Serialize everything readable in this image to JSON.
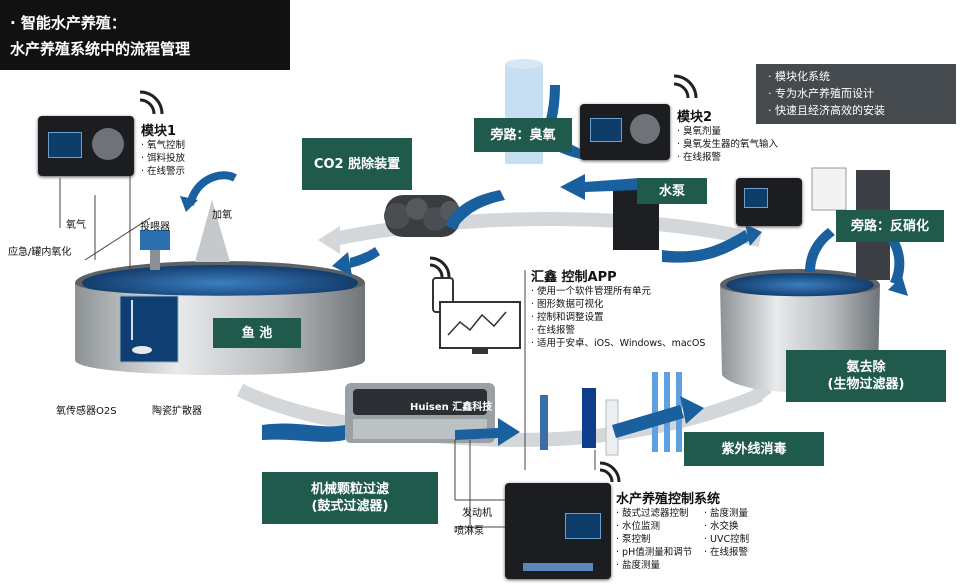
{
  "title": {
    "line1": "· 智能水产养殖：",
    "line2": "水产养殖系统中的流程管理"
  },
  "features": [
    "· 模块化系统",
    "· 专为水产养殖而设计",
    "· 快速且经济高效的安装"
  ],
  "module1": {
    "title": "模块1",
    "items": [
      "· 氧气控制",
      "· 饵料投放",
      "· 在线警示"
    ]
  },
  "module2": {
    "title": "模块2",
    "items": [
      "· 臭氧剂量",
      "· 臭氧发生器的氧气输入",
      "· 在线报警"
    ]
  },
  "labels": {
    "co2": "CO2  脱除装置",
    "ozone": "旁路：臭氧",
    "pump": "水泵",
    "denit": "旁路：反硝化",
    "pond": "鱼 池",
    "ammonia_l1": "氨去除",
    "ammonia_l2": "(生物过滤器)",
    "drum_l1": "机械颗粒过滤",
    "drum_l2": "(鼓式过滤器)",
    "uv": "紫外线消毒"
  },
  "annotations": {
    "oxygen": "氧气",
    "add_oxygen": "加氧",
    "feeder": "投喂器",
    "emergency": "应急/罐内氧化",
    "o2_sensor": "氧传感器O2S",
    "diffuser": "陶瓷扩散器",
    "motor": "发动机",
    "spray_pump": "喷淋泵",
    "brand": "Huisen 汇鑫科技"
  },
  "app": {
    "title": "汇鑫 控制APP",
    "items": [
      "· 使用一个软件管理所有单元",
      "· 图形数据可视化",
      "· 控制和调整设置",
      "· 在线报警",
      "· 适用于安卓、iOS、Windows、macOS"
    ]
  },
  "control": {
    "title": "水产养殖控制系统",
    "col1": [
      "· 鼓式过滤器控制",
      "· 水位监测",
      "· 泵控制",
      "· pH值测量和调节",
      "· 盐度测量"
    ],
    "col2": [
      "· 盐度测量",
      "· 水交换",
      "· UVC控制",
      "· 在线报警"
    ]
  },
  "colors": {
    "green": "#1f5a4c",
    "arrow_blue": "#1a5f9e",
    "title_bg": "#111111",
    "feature_bg": "#444a4e"
  }
}
